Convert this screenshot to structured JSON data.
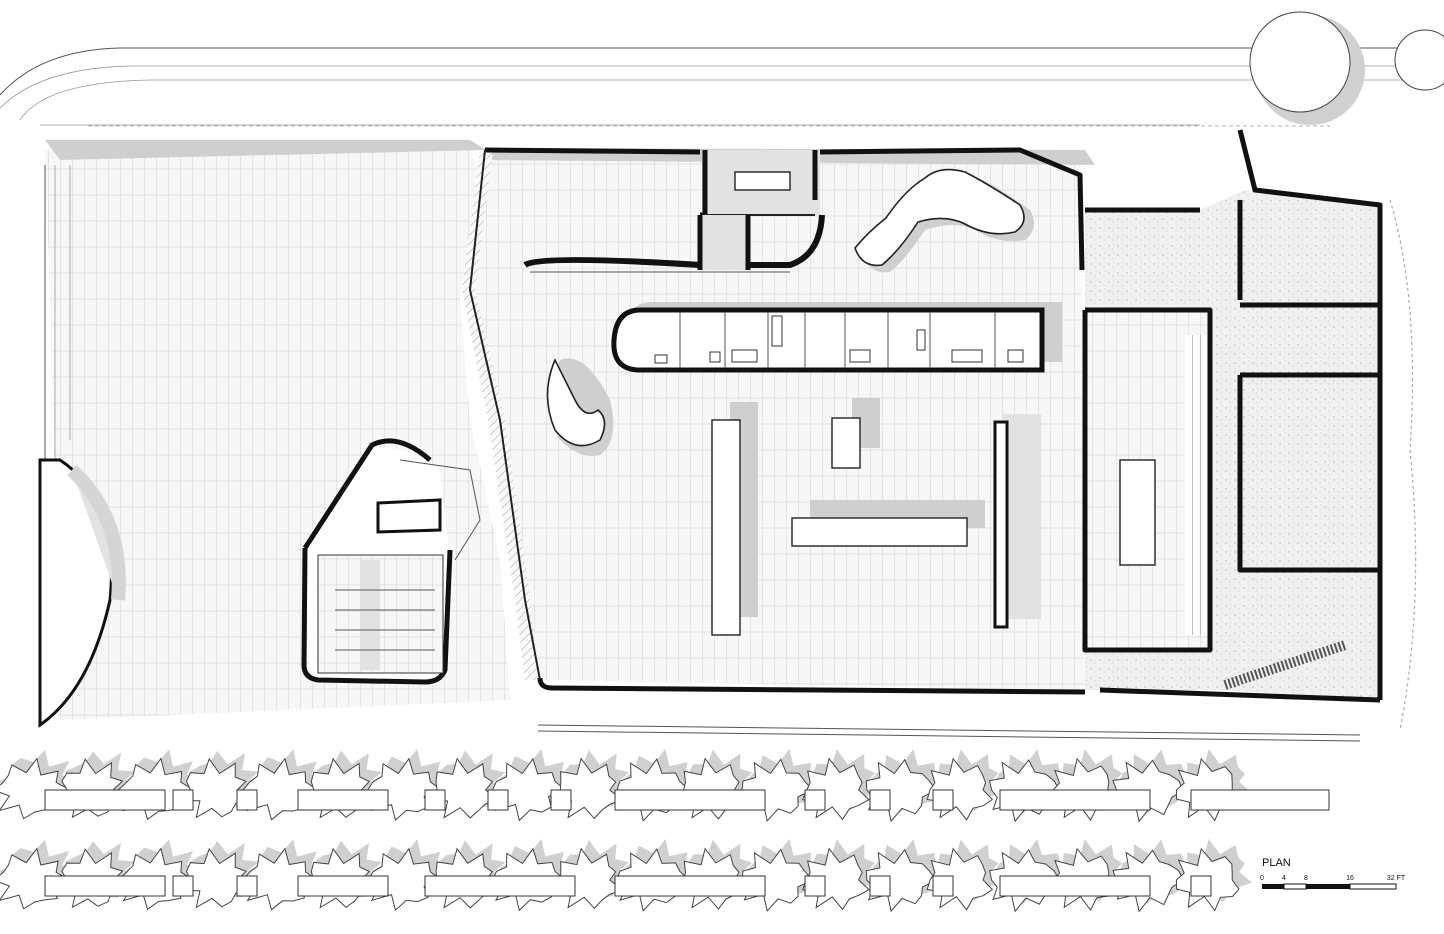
{
  "drawing": {
    "title": "PLAN",
    "scale_bar": {
      "ticks": [
        "0",
        "4",
        "8",
        "16",
        "32 FT"
      ],
      "values": [
        0,
        4,
        8,
        16,
        32
      ],
      "unit": "FT"
    }
  },
  "colors": {
    "wall": "#111111",
    "shadow": "#cfcfcf",
    "paving": "#bdbdbd",
    "tree_canopy": "#d0d0d0",
    "background": "#ffffff"
  }
}
